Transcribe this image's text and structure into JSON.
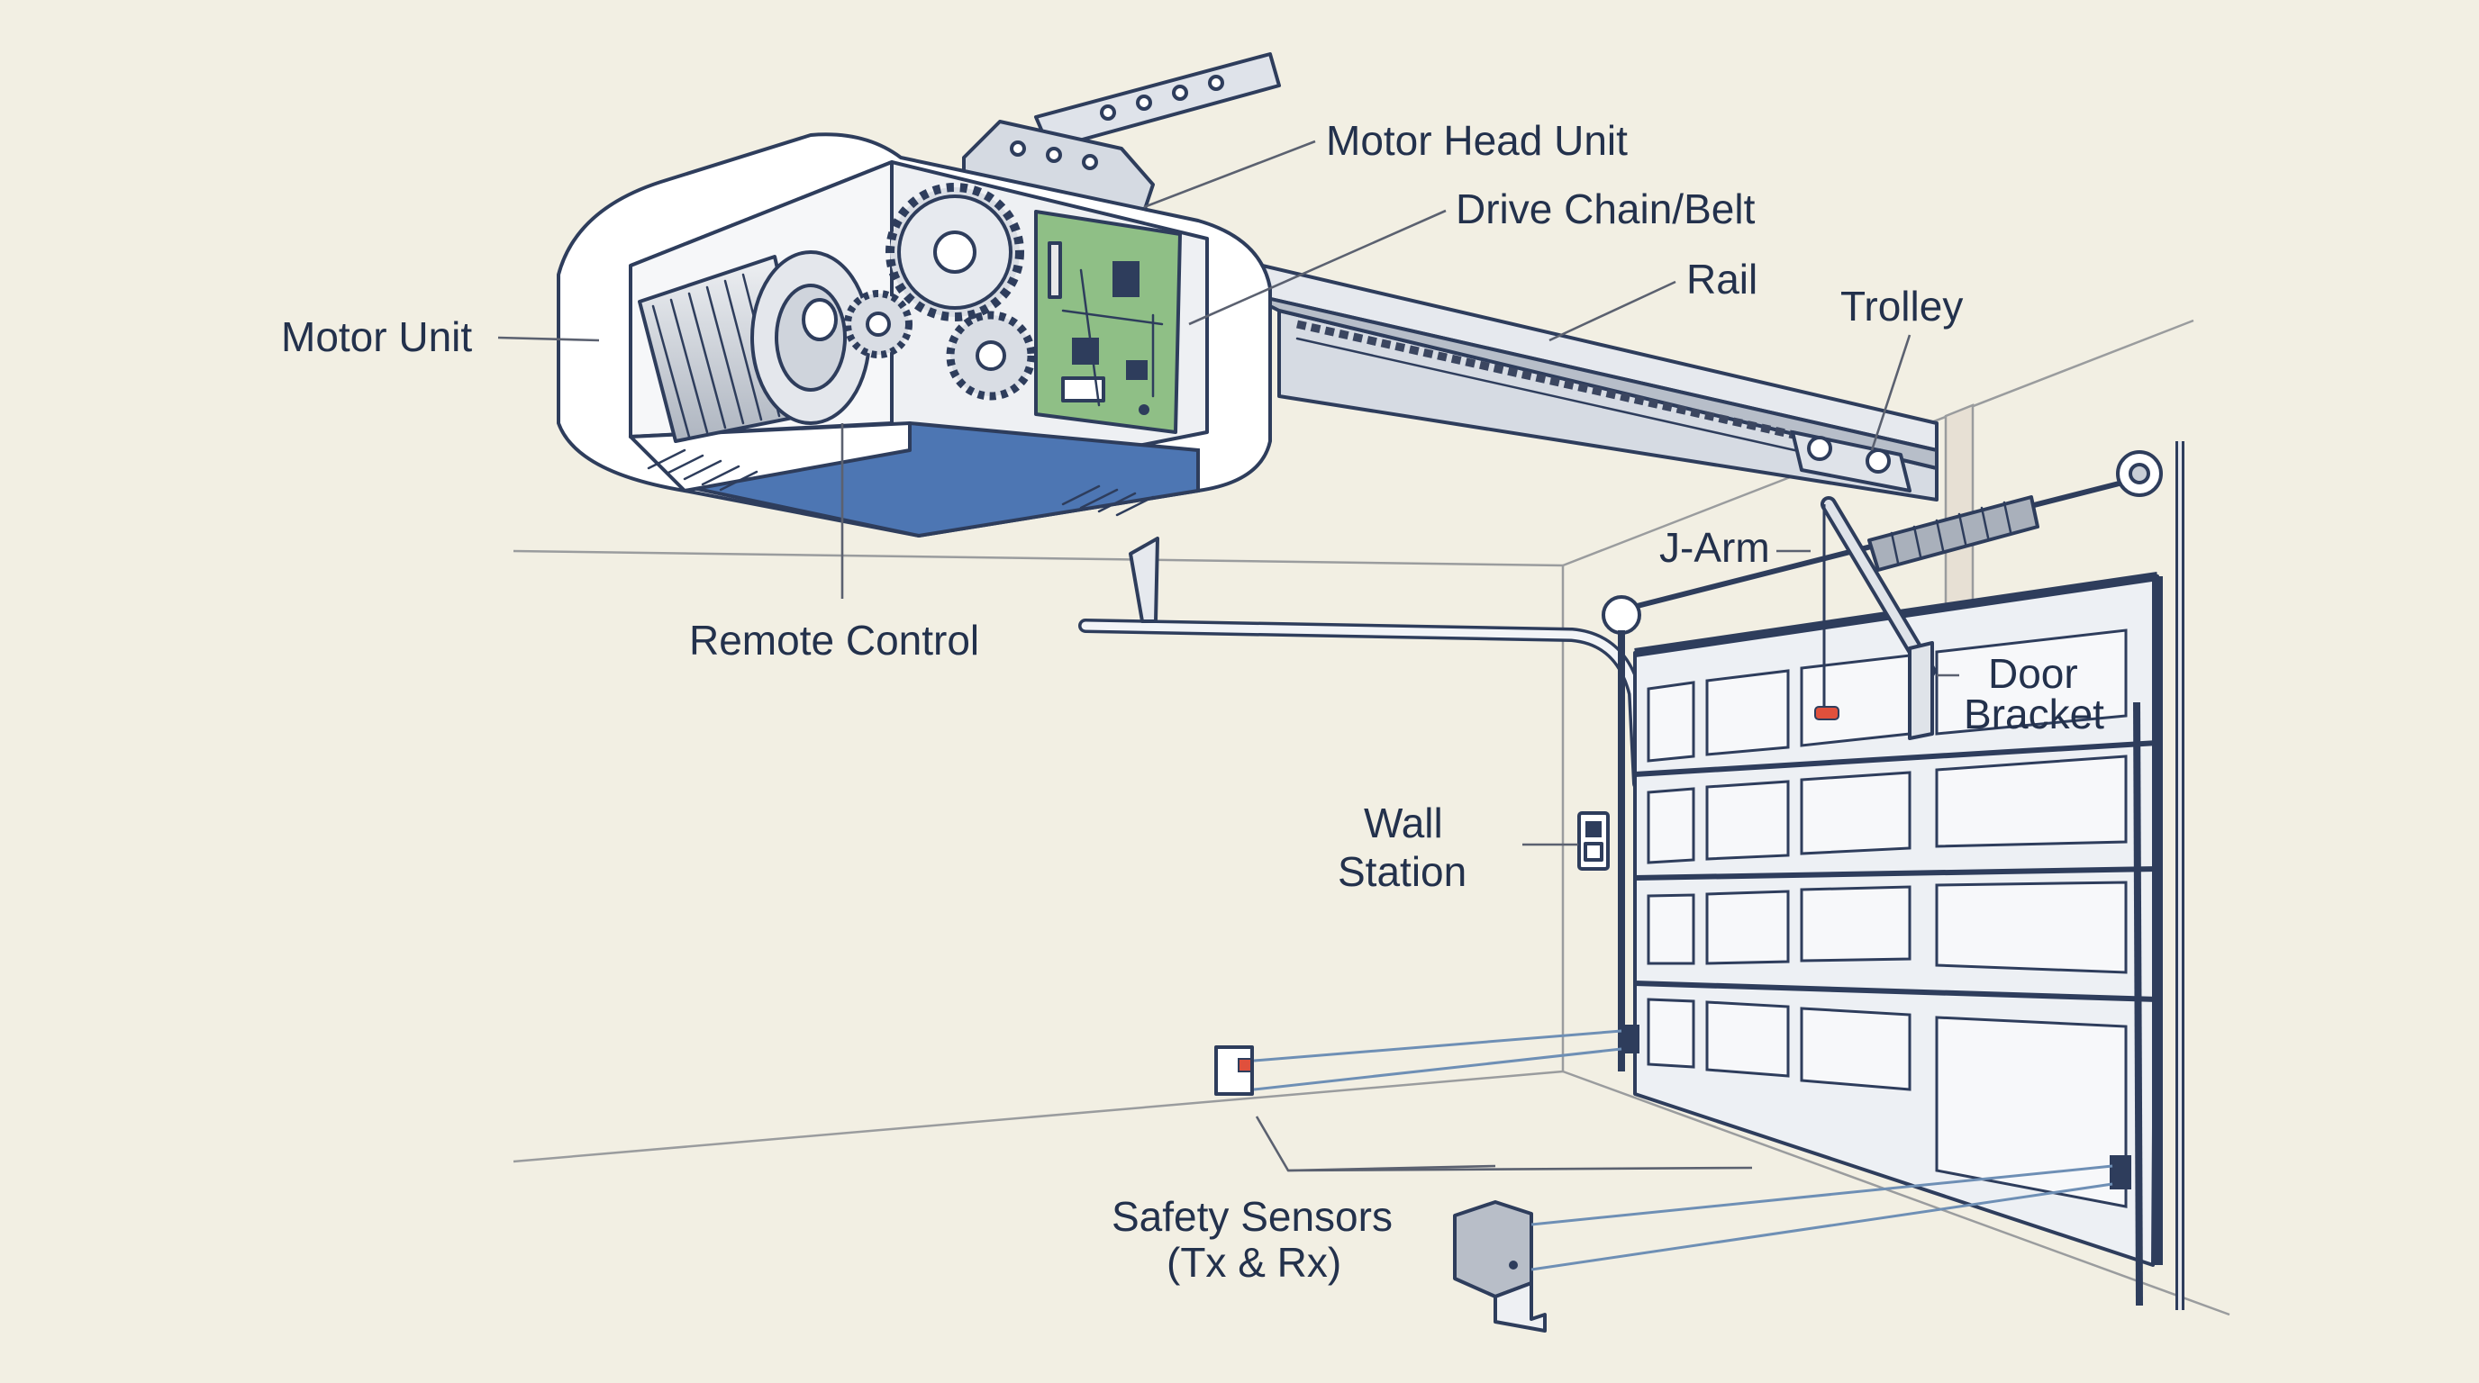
{
  "labels": {
    "motor_head_unit": "Motor Head Unit",
    "drive_chain_belt": "Drive Chain/Belt",
    "rail": "Rail",
    "trolley": "Trolley",
    "motor_unit": "Motor Unit",
    "remote_control": "Remote Control",
    "j_arm": "J-Arm",
    "door_bracket_line1": "Door",
    "door_bracket_line2": "Bracket",
    "wall_station_line1": "Wall",
    "wall_station_line2": "Station",
    "safety_sensors_line1": "Safety Sensors",
    "safety_sensors_line2": "(Tx & Rx)"
  },
  "colors": {
    "background": "#f2efe3",
    "outline": "#2e3d5c",
    "housing": "#ffffff",
    "metal": "#c9ced6",
    "circuit_board": "#8fbf86",
    "housing_bottom": "#4d76b3",
    "sensor_beam": "#6e8fb5",
    "emergency_handle": "#e0503c",
    "label_text": "#23314c"
  }
}
